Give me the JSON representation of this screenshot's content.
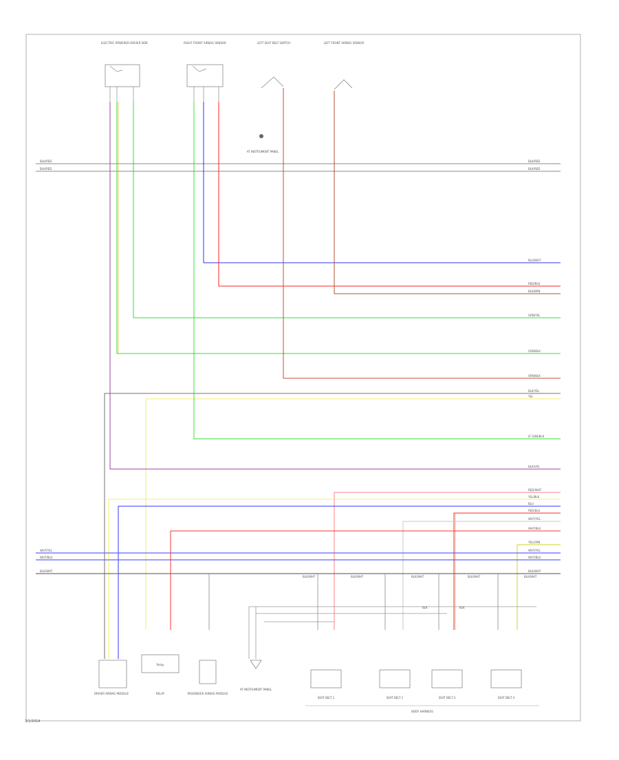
{
  "page_id": "3/1/2014",
  "top_components": [
    {
      "label": "ELECTRIC POWERED DRIVER SIDE"
    },
    {
      "label": "RIGHT FRONT AIRBAG SENSOR"
    },
    {
      "label": "LEFT SEAT BELT SWITCH"
    },
    {
      "label": "LEFT FRONT AIRBAG SENSOR"
    }
  ],
  "ground_note": "AT INSTRUMENT PANEL",
  "bottom_components": [
    {
      "label": "DRIVER AIRBAG MODULE"
    },
    {
      "label": "RELAY"
    },
    {
      "label": "PASSENGER AIRBAG MODULE"
    },
    {
      "label": "AT INSTRUMENT PANEL"
    },
    {
      "label": "SEAT BELT 1"
    },
    {
      "label": "SEAT BELT 2"
    },
    {
      "label": "SEAT BELT 3"
    },
    {
      "label": "SEAT BELT 4"
    }
  ],
  "relay_label": "Relay",
  "bus_label": "BODY HARNESS",
  "right_wires": [
    {
      "label": "BLK/RED",
      "color": "#a0a0a0"
    },
    {
      "label": "BLK/RED",
      "color": "#a0a0a0"
    },
    {
      "label": "BLU/WHT",
      "color": "#3030ff"
    },
    {
      "label": "RED/BLK",
      "color": "#ff2020"
    },
    {
      "label": "BLK/BRN",
      "color": "#b05030"
    },
    {
      "label": "GRN/YEL",
      "color": "#30e030"
    },
    {
      "label": "GRN/BLK",
      "color": "#30e030"
    },
    {
      "label": "ORN/BLK",
      "color": "#c05030"
    },
    {
      "label": "BLK/YEL",
      "color": "#707070"
    },
    {
      "label": "YEL",
      "color": "#f0f060"
    },
    {
      "label": "LT GRN/BLK",
      "color": "#30e030"
    },
    {
      "label": "BLK/VIO",
      "color": "#a040a0"
    },
    {
      "label": "RED/WHT",
      "color": "#ff6060"
    },
    {
      "label": "YEL/BLK",
      "color": "#f0f060"
    },
    {
      "label": "BLU",
      "color": "#3030ff"
    },
    {
      "label": "RED/BLU",
      "color": "#ff2020"
    },
    {
      "label": "WHT/YEL",
      "color": "#c0c0c0"
    },
    {
      "label": "WHT/BLU",
      "color": "#c0c0c0"
    },
    {
      "label": "YEL/GRN",
      "color": "#d0d020"
    },
    {
      "label": "WHT/YEL",
      "color": "#6060ff"
    },
    {
      "label": "WHT/BLU",
      "color": "#6060ff"
    },
    {
      "label": "BLK/WHT",
      "color": "#707070"
    }
  ],
  "left_wires": [
    {
      "label": "BLK/RED"
    },
    {
      "label": "BLK/RED"
    },
    {
      "label": "WHT/YEL"
    },
    {
      "label": "WHT/BLU"
    },
    {
      "label": "BLK/WHT"
    }
  ],
  "bus_ground_labels": [
    "BLK/WHT",
    "BLK/WHT",
    "BLK/WHT",
    "BLK/WHT",
    "BLK/WHT"
  ],
  "seat_connector_labels": [
    "BLK",
    "BLK"
  ]
}
